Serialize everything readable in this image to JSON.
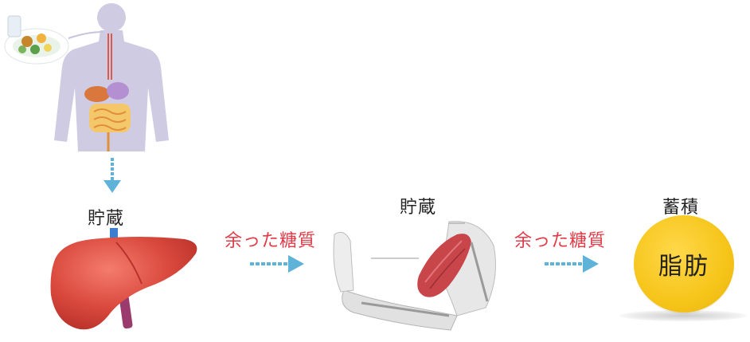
{
  "labels": {
    "storage_liver": "貯蔵",
    "excess_sugar_1": "余った糖質",
    "storage_muscle": "貯蔵",
    "excess_sugar_2": "余った糖質",
    "accumulation": "蓄積",
    "fat": "脂肪"
  },
  "colors": {
    "arrow": "#5fb3d9",
    "red_text": "#e23b48",
    "fat": "#f6c51a",
    "body_silhouette": "#cfcbe3"
  },
  "icons": [
    "body-digestion-icon",
    "liver-icon",
    "arm-muscle-icon",
    "fat-ball-icon",
    "arrow-icon"
  ]
}
